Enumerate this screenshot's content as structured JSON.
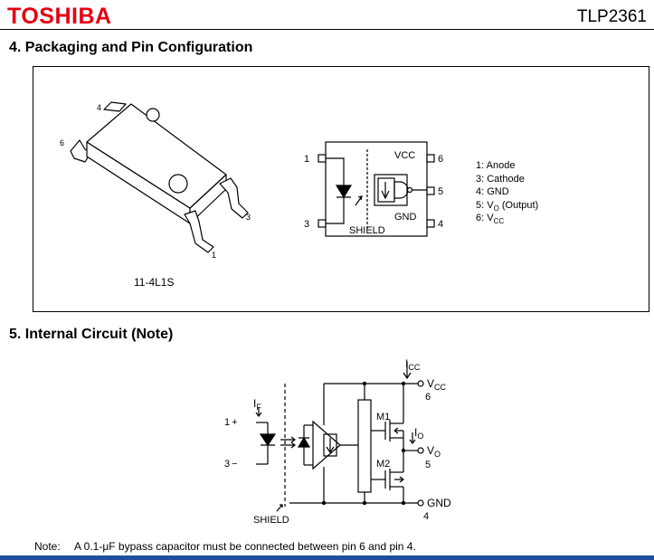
{
  "header": {
    "logo": "TOSHIBA",
    "part_number": "TLP2361"
  },
  "section4": {
    "title": "4.  Packaging and Pin Configuration",
    "package_pins": [
      "4",
      "6",
      "3",
      "1"
    ],
    "package_code": "11-4L1S",
    "pin_diagram": {
      "left_pins": [
        "1",
        "3"
      ],
      "right_pins": [
        "6",
        "5",
        "4"
      ],
      "vcc": "VCC",
      "gnd": "GND",
      "shield": "SHIELD"
    },
    "legend": [
      {
        "num": "1: ",
        "name": "Anode",
        "sub": "",
        "suffix": ""
      },
      {
        "num": "3: ",
        "name": "Cathode",
        "sub": "",
        "suffix": ""
      },
      {
        "num": "4: ",
        "name": "GND",
        "sub": "",
        "suffix": ""
      },
      {
        "num": "5: ",
        "name": "V",
        "sub": "O",
        "suffix": " (Output)"
      },
      {
        "num": "6: ",
        "name": "V",
        "sub": "CC",
        "suffix": ""
      }
    ]
  },
  "section5": {
    "title": "5.  Internal Circuit (Note)",
    "labels": {
      "icc_main": "I",
      "icc_sub": "CC",
      "vcc_main": "V",
      "vcc_sub": "CC",
      "pin6": "6",
      "if_main": "I",
      "if_sub": "F",
      "io_main": "I",
      "io_sub": "O",
      "vo_main": "V",
      "vo_sub": "O",
      "pin5": "5",
      "pin1": "1",
      "pin3": "3",
      "m1": "M1",
      "m2": "M2",
      "gnd": "GND",
      "pin4": "4",
      "shield": "SHIELD"
    }
  },
  "note": {
    "label": "Note:",
    "text": "A 0.1-μF bypass capacitor must be connected between pin 6 and pin 4."
  }
}
